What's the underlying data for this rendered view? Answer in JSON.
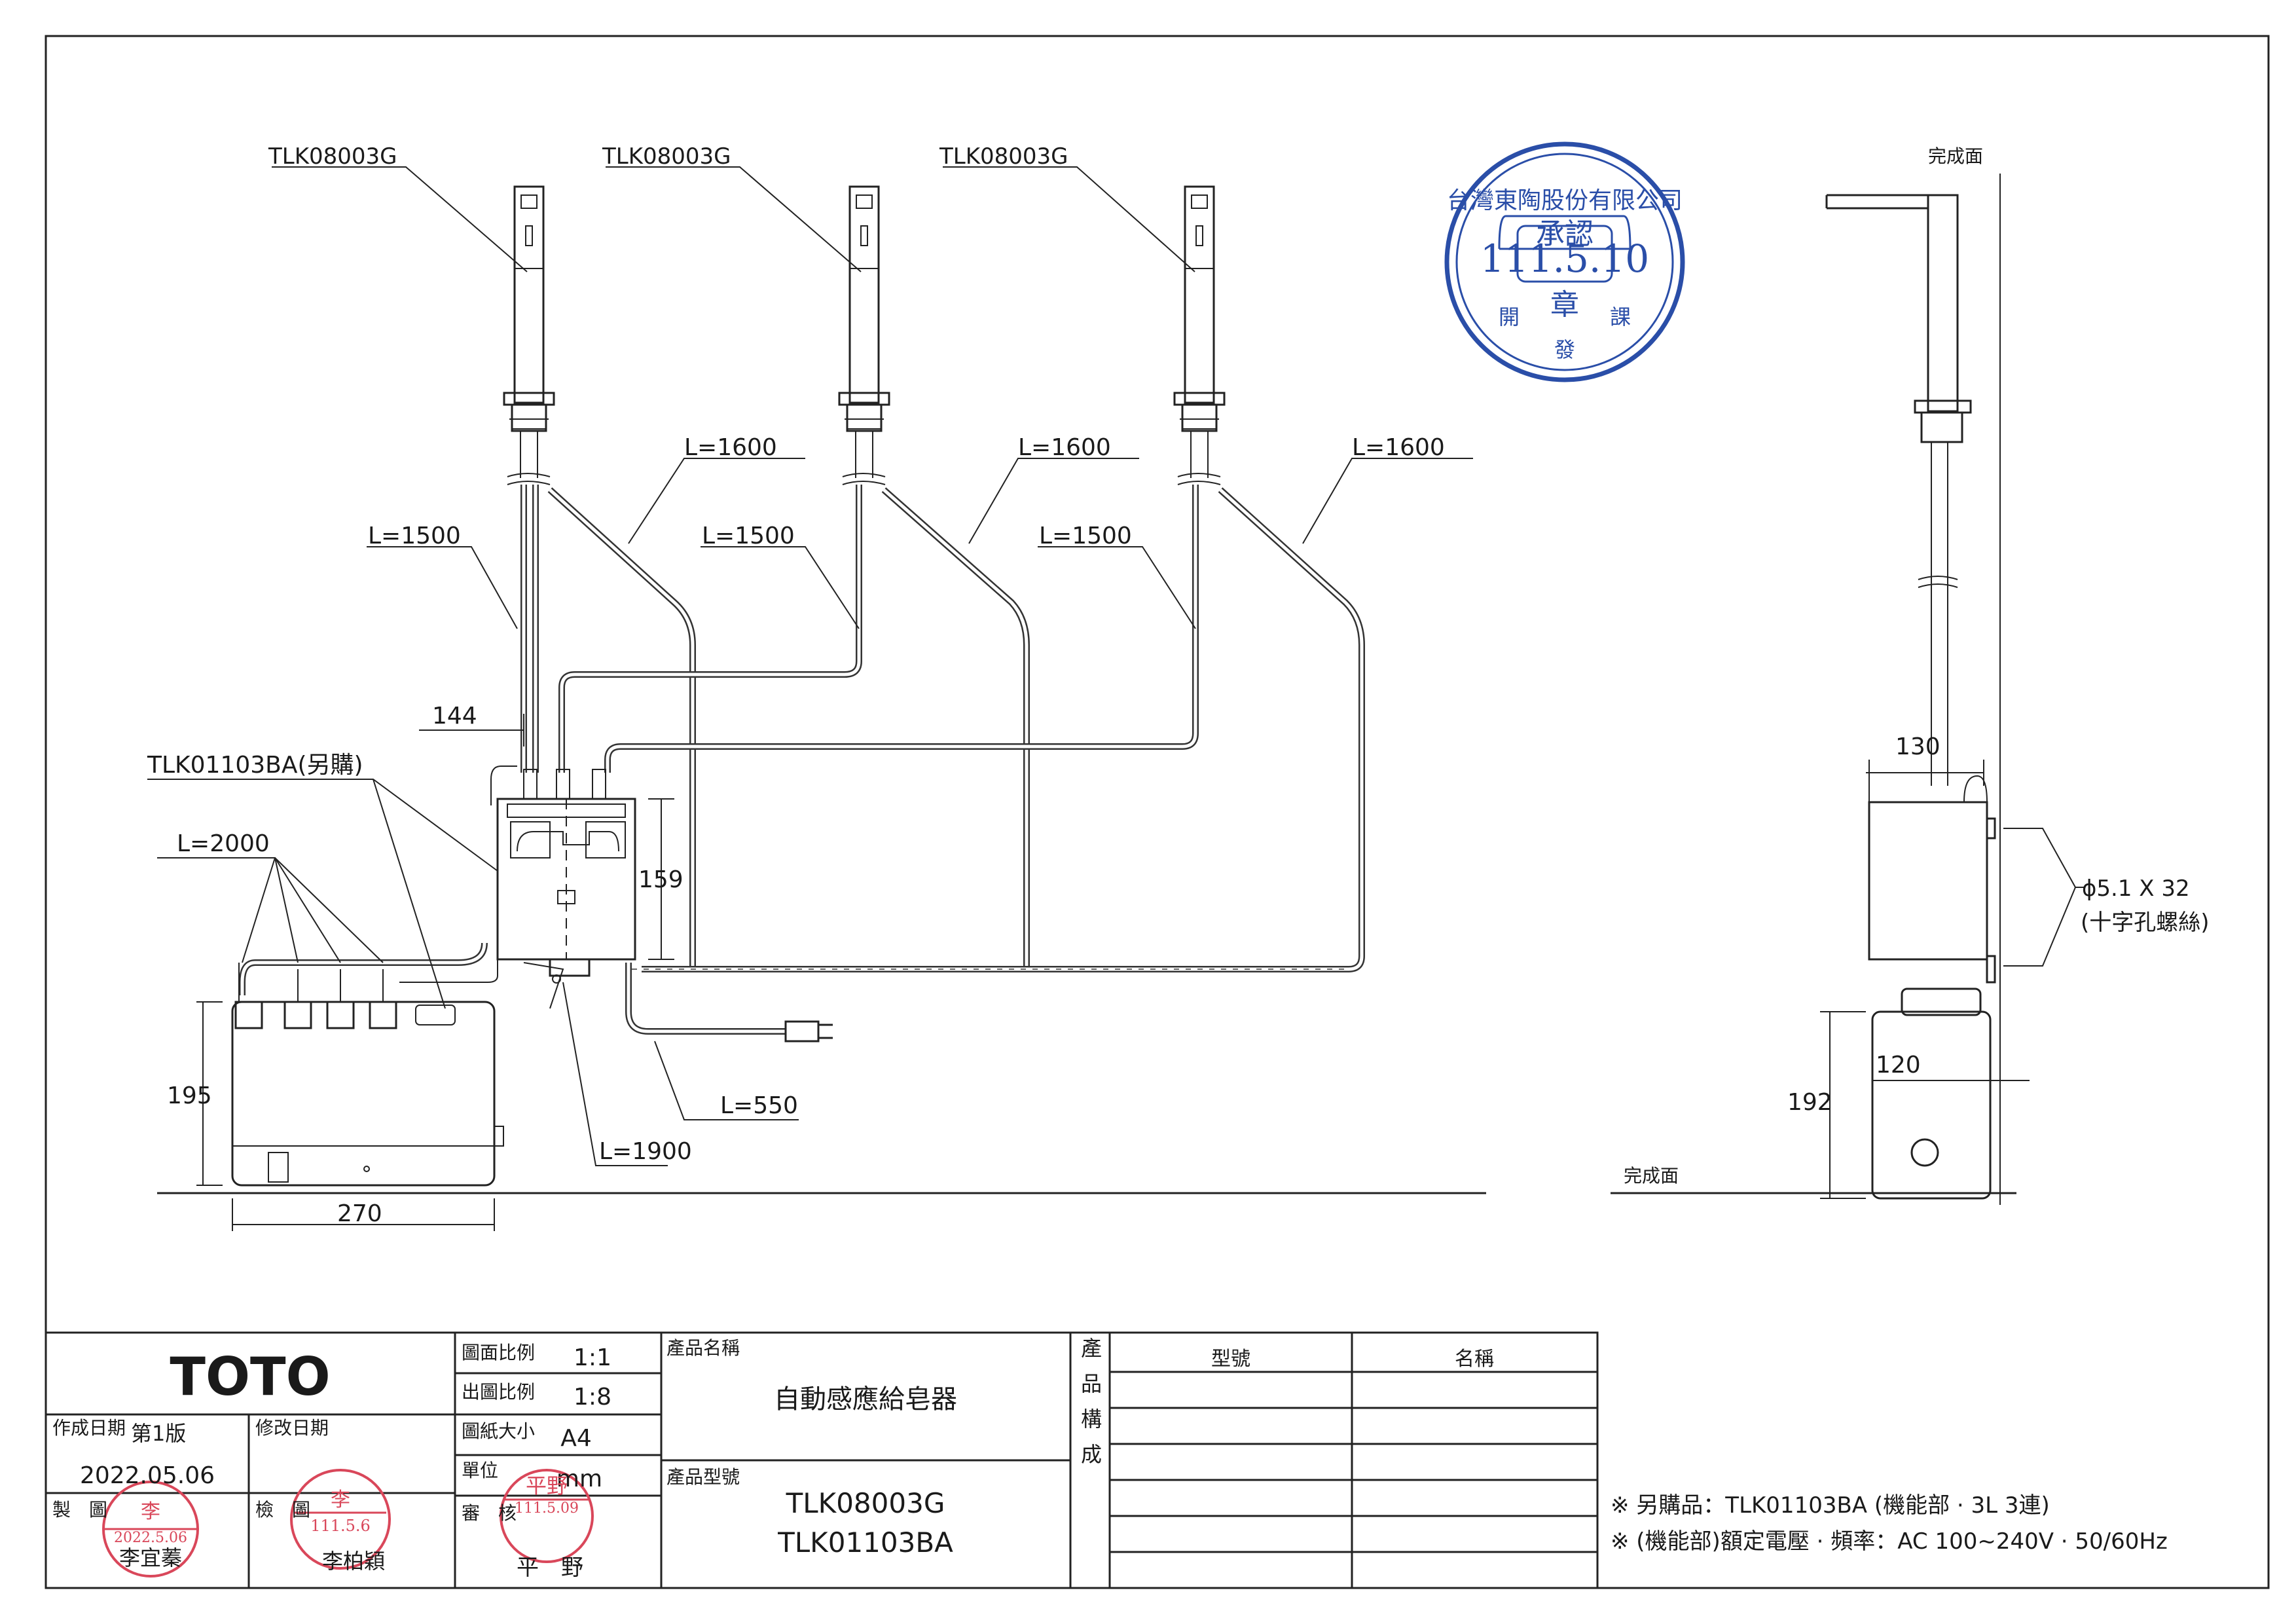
{
  "faucets": [
    {
      "model": "TLK08003G",
      "cable_length": "L=1600",
      "hose_length": "L=1500"
    },
    {
      "model": "TLK08003G",
      "cable_length": "L=1600",
      "hose_length": "L=1500"
    },
    {
      "model": "TLK08003G",
      "cable_length": "L=1600",
      "hose_length": "L=1500"
    }
  ],
  "unit": {
    "model_note": "TLK01103BA(另購)",
    "tube_length": "L=2000",
    "width_144": "144",
    "height_159": "159",
    "tank_height": "195",
    "tank_width": "270",
    "cable_1900": "L=1900",
    "power_cord": "L=550"
  },
  "side_view": {
    "finished_surface_top": "完成面",
    "finished_surface_floor": "完成面",
    "depth_130": "130",
    "screw_spec": "ϕ5.1 X 32",
    "screw_type": "(十字孔螺絲)",
    "tank_depth": "120",
    "tank_height": "192"
  },
  "approval_stamp": {
    "company": "台灣東陶股份有限公司",
    "approve": "承認",
    "date": "111.5.10",
    "seal": "章",
    "dept_left": "開",
    "dept_mid": "發",
    "dept_right": "課"
  },
  "title_block": {
    "brand": "TOTO",
    "scale_label": "圖面比例",
    "scale_value": "1:1",
    "out_scale_label": "出圖比例",
    "out_scale_value": "1:8",
    "paper_label": "圖紙大小",
    "paper_value": "A4",
    "unit_label": "單位",
    "unit_value": "mm",
    "review_label": "審　核",
    "reviewer": "平　野",
    "created_label": "作成日期",
    "version": "第1版",
    "created_date": "2022.05.06",
    "modified_label": "修改日期",
    "drawn_label": "製　圖",
    "drawer": "李宜蓁",
    "check_label": "檢　圖",
    "checker": "李柏穎",
    "product_name_label": "產品名稱",
    "product_name": "自動感應給皂器",
    "product_model_label": "產品型號",
    "product_model_1": "TLK08003G",
    "product_model_2": "TLK01103BA",
    "composition_label": "產品構成",
    "col_model": "型號",
    "col_name": "名稱"
  },
  "seals": {
    "drawer_seal_name": "李",
    "drawer_seal_date": "2022.5.06",
    "checker_seal_name": "李",
    "checker_seal_date": "111.5.6",
    "reviewer_seal_name": "平野",
    "reviewer_seal_date": "111.5.09"
  },
  "notes": [
    "※ 另購品：TLK01103BA (機能部 · 3L 3連)",
    "※ (機能部)額定電壓 · 頻率：AC 100~240V · 50/60Hz"
  ]
}
